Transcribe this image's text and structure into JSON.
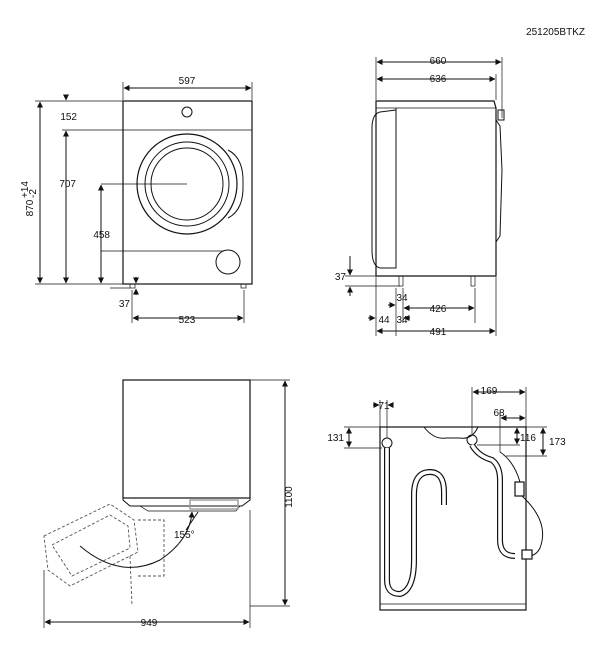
{
  "code": "251205BTKZ",
  "front_view": {
    "width": "597",
    "top_panel": "152",
    "door_center_height": "707",
    "door_bottom_height": "458",
    "height_main": "870",
    "height_tol_plus": "+14",
    "height_tol_minus": "-2",
    "foot_height": "37",
    "foot_span": "523"
  },
  "side_view": {
    "total_depth": "660",
    "body_depth": "636",
    "foot_height": "37",
    "foot_front_offset": "34",
    "foot_span": "426",
    "rear_offset": "44",
    "foot_inset": "34",
    "base_depth": "491"
  },
  "top_view": {
    "height_door_open": "1100",
    "door_angle": "155°",
    "depth_door_open": "949"
  },
  "rear_view": {
    "drain_offset": "71",
    "inlet_offset": "169",
    "inlet_to_edge": "68",
    "drain_from_top": "131",
    "inlet_from_top": "116",
    "cable_from_top": "173"
  }
}
